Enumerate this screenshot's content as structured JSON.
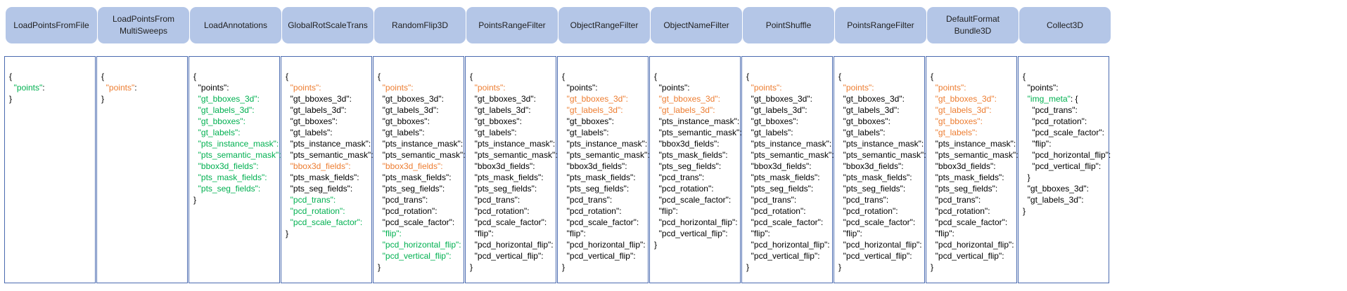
{
  "colors": {
    "added": "#00b050",
    "modified": "#ed7d31",
    "default": "#000000"
  },
  "stages": [
    {
      "title": "LoadPointsFromFile",
      "lines": [
        {
          "text": "{",
          "color": "default"
        },
        {
          "text": "  \"points\":",
          "color": "default",
          "key": "\"points\"",
          "key_color": "added"
        },
        {
          "text": "}",
          "color": "default"
        }
      ]
    },
    {
      "title": "LoadPointsFrom\nMultiSweeps",
      "lines": [
        {
          "text": "{",
          "color": "default"
        },
        {
          "text": "  \"points\":",
          "color": "default",
          "key": "\"points\"",
          "key_color": "modified"
        },
        {
          "text": "}",
          "color": "default"
        }
      ]
    },
    {
      "title": "LoadAnnotations",
      "lines": [
        {
          "text": "{",
          "color": "default"
        },
        {
          "text": "  \"points\":",
          "color": "default"
        },
        {
          "text": "  \"gt_bboxes_3d\":",
          "color": "added"
        },
        {
          "text": "  \"gt_labels_3d\":",
          "color": "added"
        },
        {
          "text": "  \"gt_bboxes\":",
          "color": "added"
        },
        {
          "text": "  \"gt_labels\":",
          "color": "added"
        },
        {
          "text": "  \"pts_instance_mask\":",
          "color": "added"
        },
        {
          "text": "  \"pts_semantic_mask\":",
          "color": "added"
        },
        {
          "text": "  \"bbox3d_fields\":",
          "color": "added"
        },
        {
          "text": "  \"pts_mask_fields\":",
          "color": "added"
        },
        {
          "text": "  \"pts_seg_fields\":",
          "color": "added"
        },
        {
          "text": "}",
          "color": "default"
        }
      ]
    },
    {
      "title": "GlobalRotScaleTrans",
      "lines": [
        {
          "text": "{",
          "color": "default"
        },
        {
          "text": "  \"points\":",
          "color": "modified"
        },
        {
          "text": "  \"gt_bboxes_3d\":",
          "color": "default"
        },
        {
          "text": "  \"gt_labels_3d\":",
          "color": "default"
        },
        {
          "text": "  \"gt_bboxes\":",
          "color": "default"
        },
        {
          "text": "  \"gt_labels\":",
          "color": "default"
        },
        {
          "text": "  \"pts_instance_mask\":",
          "color": "default"
        },
        {
          "text": "  \"pts_semantic_mask\":",
          "color": "default"
        },
        {
          "text": "  \"bbox3d_fields\":",
          "color": "modified"
        },
        {
          "text": "  \"pts_mask_fields\":",
          "color": "default"
        },
        {
          "text": "  \"pts_seg_fields\":",
          "color": "default"
        },
        {
          "text": "  \"pcd_trans\":",
          "color": "added"
        },
        {
          "text": "  \"pcd_rotation\":",
          "color": "added"
        },
        {
          "text": "  \"pcd_scale_factor\":",
          "color": "added"
        },
        {
          "text": "}",
          "color": "default"
        }
      ]
    },
    {
      "title": "RandomFlip3D",
      "lines": [
        {
          "text": "{",
          "color": "default"
        },
        {
          "text": "  \"points\":",
          "color": "modified"
        },
        {
          "text": "  \"gt_bboxes_3d\":",
          "color": "default"
        },
        {
          "text": "  \"gt_labels_3d\":",
          "color": "default"
        },
        {
          "text": "  \"gt_bboxes\":",
          "color": "default"
        },
        {
          "text": "  \"gt_labels\":",
          "color": "default"
        },
        {
          "text": "  \"pts_instance_mask\":",
          "color": "default"
        },
        {
          "text": "  \"pts_semantic_mask\":",
          "color": "default"
        },
        {
          "text": "  \"bbox3d_fields\":",
          "color": "modified"
        },
        {
          "text": "  \"pts_mask_fields\":",
          "color": "default"
        },
        {
          "text": "  \"pts_seg_fields\":",
          "color": "default"
        },
        {
          "text": "  \"pcd_trans\":",
          "color": "default"
        },
        {
          "text": "  \"pcd_rotation\":",
          "color": "default"
        },
        {
          "text": "  \"pcd_scale_factor\":",
          "color": "default"
        },
        {
          "text": "  \"flip\":",
          "color": "added"
        },
        {
          "text": "  \"pcd_horizontal_flip\":",
          "color": "added"
        },
        {
          "text": "  \"pcd_vertical_flip\":",
          "color": "added"
        },
        {
          "text": "}",
          "color": "default"
        }
      ]
    },
    {
      "title": "PointsRangeFilter",
      "lines": [
        {
          "text": "{",
          "color": "default"
        },
        {
          "text": "  \"points\":",
          "color": "modified"
        },
        {
          "text": "  \"gt_bboxes_3d\":",
          "color": "default"
        },
        {
          "text": "  \"gt_labels_3d\":",
          "color": "default"
        },
        {
          "text": "  \"gt_bboxes\":",
          "color": "default"
        },
        {
          "text": "  \"gt_labels\":",
          "color": "default"
        },
        {
          "text": "  \"pts_instance_mask\":",
          "color": "default"
        },
        {
          "text": "  \"pts_semantic_mask\":",
          "color": "default"
        },
        {
          "text": "  \"bbox3d_fields\":",
          "color": "default"
        },
        {
          "text": "  \"pts_mask_fields\":",
          "color": "default"
        },
        {
          "text": "  \"pts_seg_fields\":",
          "color": "default"
        },
        {
          "text": "  \"pcd_trans\":",
          "color": "default"
        },
        {
          "text": "  \"pcd_rotation\":",
          "color": "default"
        },
        {
          "text": "  \"pcd_scale_factor\":",
          "color": "default"
        },
        {
          "text": "  \"flip\":",
          "color": "default"
        },
        {
          "text": "  \"pcd_horizontal_flip\":",
          "color": "default"
        },
        {
          "text": "  \"pcd_vertical_flip\":",
          "color": "default"
        },
        {
          "text": "}",
          "color": "default"
        }
      ]
    },
    {
      "title": "ObjectRangeFilter",
      "lines": [
        {
          "text": "{",
          "color": "default"
        },
        {
          "text": "  \"points\":",
          "color": "default"
        },
        {
          "text": "  \"gt_bboxes_3d\":",
          "color": "modified"
        },
        {
          "text": "  \"gt_labels_3d\":",
          "color": "modified"
        },
        {
          "text": "  \"gt_bboxes\":",
          "color": "default"
        },
        {
          "text": "  \"gt_labels\":",
          "color": "default"
        },
        {
          "text": "  \"pts_instance_mask\":",
          "color": "default"
        },
        {
          "text": "  \"pts_semantic_mask\":",
          "color": "default"
        },
        {
          "text": "  \"bbox3d_fields\":",
          "color": "default"
        },
        {
          "text": "  \"pts_mask_fields\":",
          "color": "default"
        },
        {
          "text": "  \"pts_seg_fields\":",
          "color": "default"
        },
        {
          "text": "  \"pcd_trans\":",
          "color": "default"
        },
        {
          "text": "  \"pcd_rotation\":",
          "color": "default"
        },
        {
          "text": "  \"pcd_scale_factor\":",
          "color": "default"
        },
        {
          "text": "  \"flip\":",
          "color": "default"
        },
        {
          "text": "  \"pcd_horizontal_flip\":",
          "color": "default"
        },
        {
          "text": "  \"pcd_vertical_flip\":",
          "color": "default"
        },
        {
          "text": "}",
          "color": "default"
        }
      ]
    },
    {
      "title": "ObjectNameFilter",
      "lines": [
        {
          "text": "{",
          "color": "default"
        },
        {
          "text": "  \"points\":",
          "color": "default"
        },
        {
          "text": "  \"gt_bboxes_3d\":",
          "color": "modified"
        },
        {
          "text": "  \"gt_labels_3d\":",
          "color": "modified"
        },
        {
          "text": "  \"pts_instance_mask\":",
          "color": "default"
        },
        {
          "text": "  \"pts_semantic_mask\":",
          "color": "default"
        },
        {
          "text": "  \"bbox3d_fields\":",
          "color": "default"
        },
        {
          "text": "  \"pts_mask_fields\":",
          "color": "default"
        },
        {
          "text": "  \"pts_seg_fields\":",
          "color": "default"
        },
        {
          "text": "  \"pcd_trans\":",
          "color": "default"
        },
        {
          "text": "  \"pcd_rotation\":",
          "color": "default"
        },
        {
          "text": "  \"pcd_scale_factor\":",
          "color": "default"
        },
        {
          "text": "  \"flip\":",
          "color": "default"
        },
        {
          "text": "  \"pcd_horizontal_flip\":",
          "color": "default"
        },
        {
          "text": "  \"pcd_vertical_flip\":",
          "color": "default"
        },
        {
          "text": "}",
          "color": "default"
        }
      ]
    },
    {
      "title": "PointShuffle",
      "lines": [
        {
          "text": "{",
          "color": "default"
        },
        {
          "text": "  \"points\":",
          "color": "modified"
        },
        {
          "text": "  \"gt_bboxes_3d\":",
          "color": "default"
        },
        {
          "text": "  \"gt_labels_3d\":",
          "color": "default"
        },
        {
          "text": "  \"gt_bboxes\":",
          "color": "default"
        },
        {
          "text": "  \"gt_labels\":",
          "color": "default"
        },
        {
          "text": "  \"pts_instance_mask\":",
          "color": "default"
        },
        {
          "text": "  \"pts_semantic_mask\":",
          "color": "default"
        },
        {
          "text": "  \"bbox3d_fields\":",
          "color": "default"
        },
        {
          "text": "  \"pts_mask_fields\":",
          "color": "default"
        },
        {
          "text": "  \"pts_seg_fields\":",
          "color": "default"
        },
        {
          "text": "  \"pcd_trans\":",
          "color": "default"
        },
        {
          "text": "  \"pcd_rotation\":",
          "color": "default"
        },
        {
          "text": "  \"pcd_scale_factor\":",
          "color": "default"
        },
        {
          "text": "  \"flip\":",
          "color": "default"
        },
        {
          "text": "  \"pcd_horizontal_flip\":",
          "color": "default"
        },
        {
          "text": "  \"pcd_vertical_flip\":",
          "color": "default"
        },
        {
          "text": "}",
          "color": "default"
        }
      ]
    },
    {
      "title": "PointsRangeFilter",
      "lines": [
        {
          "text": "{",
          "color": "default"
        },
        {
          "text": "  \"points\":",
          "color": "modified"
        },
        {
          "text": "  \"gt_bboxes_3d\":",
          "color": "default"
        },
        {
          "text": "  \"gt_labels_3d\":",
          "color": "default"
        },
        {
          "text": "  \"gt_bboxes\":",
          "color": "default"
        },
        {
          "text": "  \"gt_labels\":",
          "color": "default"
        },
        {
          "text": "  \"pts_instance_mask\":",
          "color": "default"
        },
        {
          "text": "  \"pts_semantic_mask\":",
          "color": "default"
        },
        {
          "text": "  \"bbox3d_fields\":",
          "color": "default"
        },
        {
          "text": "  \"pts_mask_fields\":",
          "color": "default"
        },
        {
          "text": "  \"pts_seg_fields\":",
          "color": "default"
        },
        {
          "text": "  \"pcd_trans\":",
          "color": "default"
        },
        {
          "text": "  \"pcd_rotation\":",
          "color": "default"
        },
        {
          "text": "  \"pcd_scale_factor\":",
          "color": "default"
        },
        {
          "text": "  \"flip\":",
          "color": "default"
        },
        {
          "text": "  \"pcd_horizontal_flip\":",
          "color": "default"
        },
        {
          "text": "  \"pcd_vertical_flip\":",
          "color": "default"
        },
        {
          "text": "}",
          "color": "default"
        }
      ]
    },
    {
      "title": "DefaultFormat\nBundle3D",
      "lines": [
        {
          "text": "{",
          "color": "default"
        },
        {
          "text": "  \"points\":",
          "color": "modified"
        },
        {
          "text": "  \"gt_bboxes_3d\":",
          "color": "modified"
        },
        {
          "text": "  \"gt_labels_3d\":",
          "color": "modified"
        },
        {
          "text": "  \"gt_bboxes\":",
          "color": "modified"
        },
        {
          "text": "  \"gt_labels\":",
          "color": "modified"
        },
        {
          "text": "  \"pts_instance_mask\":",
          "color": "default"
        },
        {
          "text": "  \"pts_semantic_mask\":",
          "color": "default"
        },
        {
          "text": "  \"bbox3d_fields\":",
          "color": "default"
        },
        {
          "text": "  \"pts_mask_fields\":",
          "color": "default"
        },
        {
          "text": "  \"pts_seg_fields\":",
          "color": "default"
        },
        {
          "text": "  \"pcd_trans\":",
          "color": "default"
        },
        {
          "text": "  \"pcd_rotation\":",
          "color": "default"
        },
        {
          "text": "  \"pcd_scale_factor\":",
          "color": "default"
        },
        {
          "text": "  \"flip\":",
          "color": "default"
        },
        {
          "text": "  \"pcd_horizontal_flip\":",
          "color": "default"
        },
        {
          "text": "  \"pcd_vertical_flip\":",
          "color": "default"
        },
        {
          "text": "}",
          "color": "default"
        }
      ]
    },
    {
      "title": "Collect3D",
      "lines": [
        {
          "text": "{",
          "color": "default"
        },
        {
          "text": "  \"points\":",
          "color": "default"
        },
        {
          "text": "  \"img_meta\": {",
          "color": "default",
          "key": "\"img_meta\"",
          "key_color": "added"
        },
        {
          "text": "    \"pcd_trans\":",
          "color": "default"
        },
        {
          "text": "    \"pcd_rotation\":",
          "color": "default"
        },
        {
          "text": "    \"pcd_scale_factor\":",
          "color": "default"
        },
        {
          "text": "    \"flip\":",
          "color": "default"
        },
        {
          "text": "    \"pcd_horizontal_flip\":",
          "color": "default"
        },
        {
          "text": "    \"pcd_vertical_flip\":",
          "color": "default"
        },
        {
          "text": "  }",
          "color": "default"
        },
        {
          "text": "  \"gt_bboxes_3d\":",
          "color": "default"
        },
        {
          "text": "  \"gt_labels_3d\":",
          "color": "default"
        },
        {
          "text": "}",
          "color": "default"
        }
      ]
    }
  ]
}
